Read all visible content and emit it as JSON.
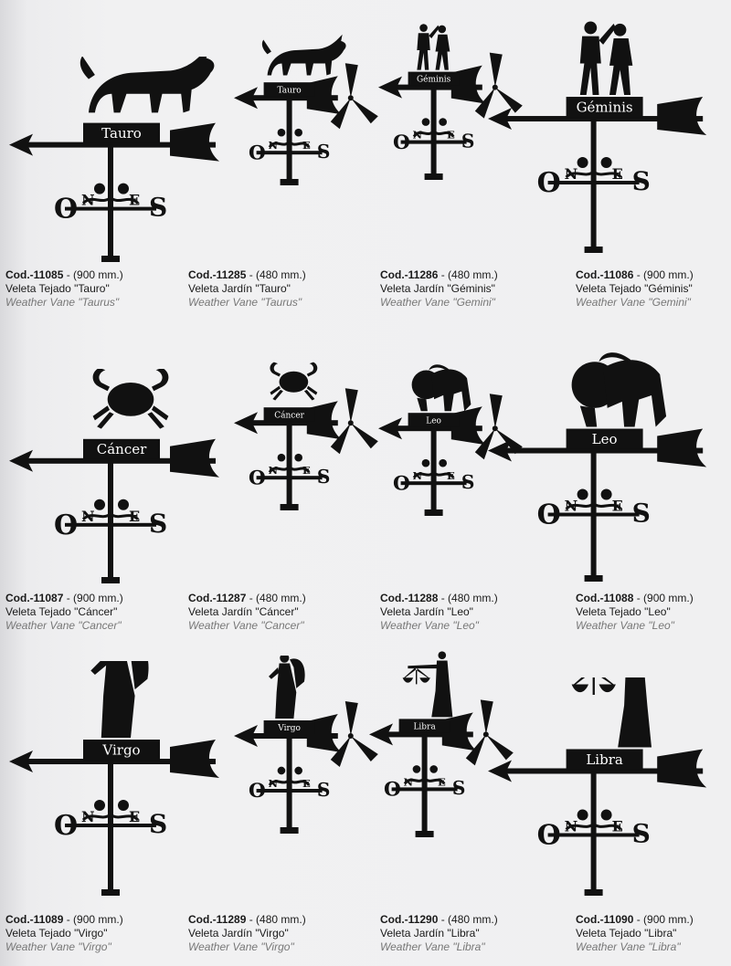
{
  "vane_icon": "weather-vane-silhouette",
  "products": [
    {
      "code": "Cod.-11085",
      "size": "(900 mm.)",
      "es": "Veleta Tejado \"Tauro\"",
      "en": "Weather Vane \"Taurus\"",
      "plate": "Tauro",
      "figure": "bull",
      "type": "tejado"
    },
    {
      "code": "Cod.-11285",
      "size": "(480 mm.)",
      "es": "Veleta Jardín \"Tauro\"",
      "en": "Weather Vane \"Taurus\"",
      "plate": "Tauro",
      "figure": "bull",
      "type": "jardin"
    },
    {
      "code": "Cod.-11286",
      "size": "(480 mm.)",
      "es": "Veleta Jardín \"Géminis\"",
      "en": "Weather Vane \"Gemini\"",
      "plate": "Géminis",
      "figure": "twins",
      "type": "jardin"
    },
    {
      "code": "Cod.-11086",
      "size": "(900 mm.)",
      "es": "Veleta Tejado \"Géminis\"",
      "en": "Weather Vane \"Gemini\"",
      "plate": "Géminis",
      "figure": "twins",
      "type": "tejado"
    },
    {
      "code": "Cod.-11087",
      "size": "(900 mm.)",
      "es": "Veleta Tejado \"Cáncer\"",
      "en": "Weather Vane \"Cancer\"",
      "plate": "Cáncer",
      "figure": "crab",
      "type": "tejado"
    },
    {
      "code": "Cod.-11287",
      "size": "(480 mm.)",
      "es": "Veleta Jardín \"Cáncer\"",
      "en": "Weather Vane \"Cancer\"",
      "plate": "Cáncer",
      "figure": "crab",
      "type": "jardin"
    },
    {
      "code": "Cod.-11288",
      "size": "(480 mm.)",
      "es": "Veleta Jardín \"Leo\"",
      "en": "Weather Vane \"Leo\"",
      "plate": "Leo",
      "figure": "lion",
      "type": "jardin"
    },
    {
      "code": "Cod.-11088",
      "size": "(900 mm.)",
      "es": "Veleta Tejado \"Leo\"",
      "en": "Weather Vane \"Leo\"",
      "plate": "Leo",
      "figure": "lion",
      "type": "tejado"
    },
    {
      "code": "Cod.-11089",
      "size": "(900 mm.)",
      "es": "Veleta Tejado \"Virgo\"",
      "en": "Weather Vane \"Virgo\"",
      "plate": "Virgo",
      "figure": "angel",
      "type": "tejado"
    },
    {
      "code": "Cod.-11289",
      "size": "(480 mm.)",
      "es": "Veleta Jardín \"Virgo\"",
      "en": "Weather Vane \"Virgo\"",
      "plate": "Virgo",
      "figure": "angel",
      "type": "jardin"
    },
    {
      "code": "Cod.-11290",
      "size": "(480 mm.)",
      "es": "Veleta Jardín \"Libra\"",
      "en": "Weather Vane \"Libra\"",
      "plate": "Libra",
      "figure": "justice",
      "type": "jardin"
    },
    {
      "code": "Cod.-11090",
      "size": "(900 mm.)",
      "es": "Veleta Tejado \"Libra\"",
      "en": "Weather Vane \"Libra\"",
      "plate": "Libra",
      "figure": "justice",
      "type": "tejado"
    }
  ],
  "directions": {
    "n": "N",
    "s": "S",
    "e": "E",
    "o": "O"
  },
  "colors": {
    "metal": "#111111",
    "caption_en": "#777777"
  }
}
